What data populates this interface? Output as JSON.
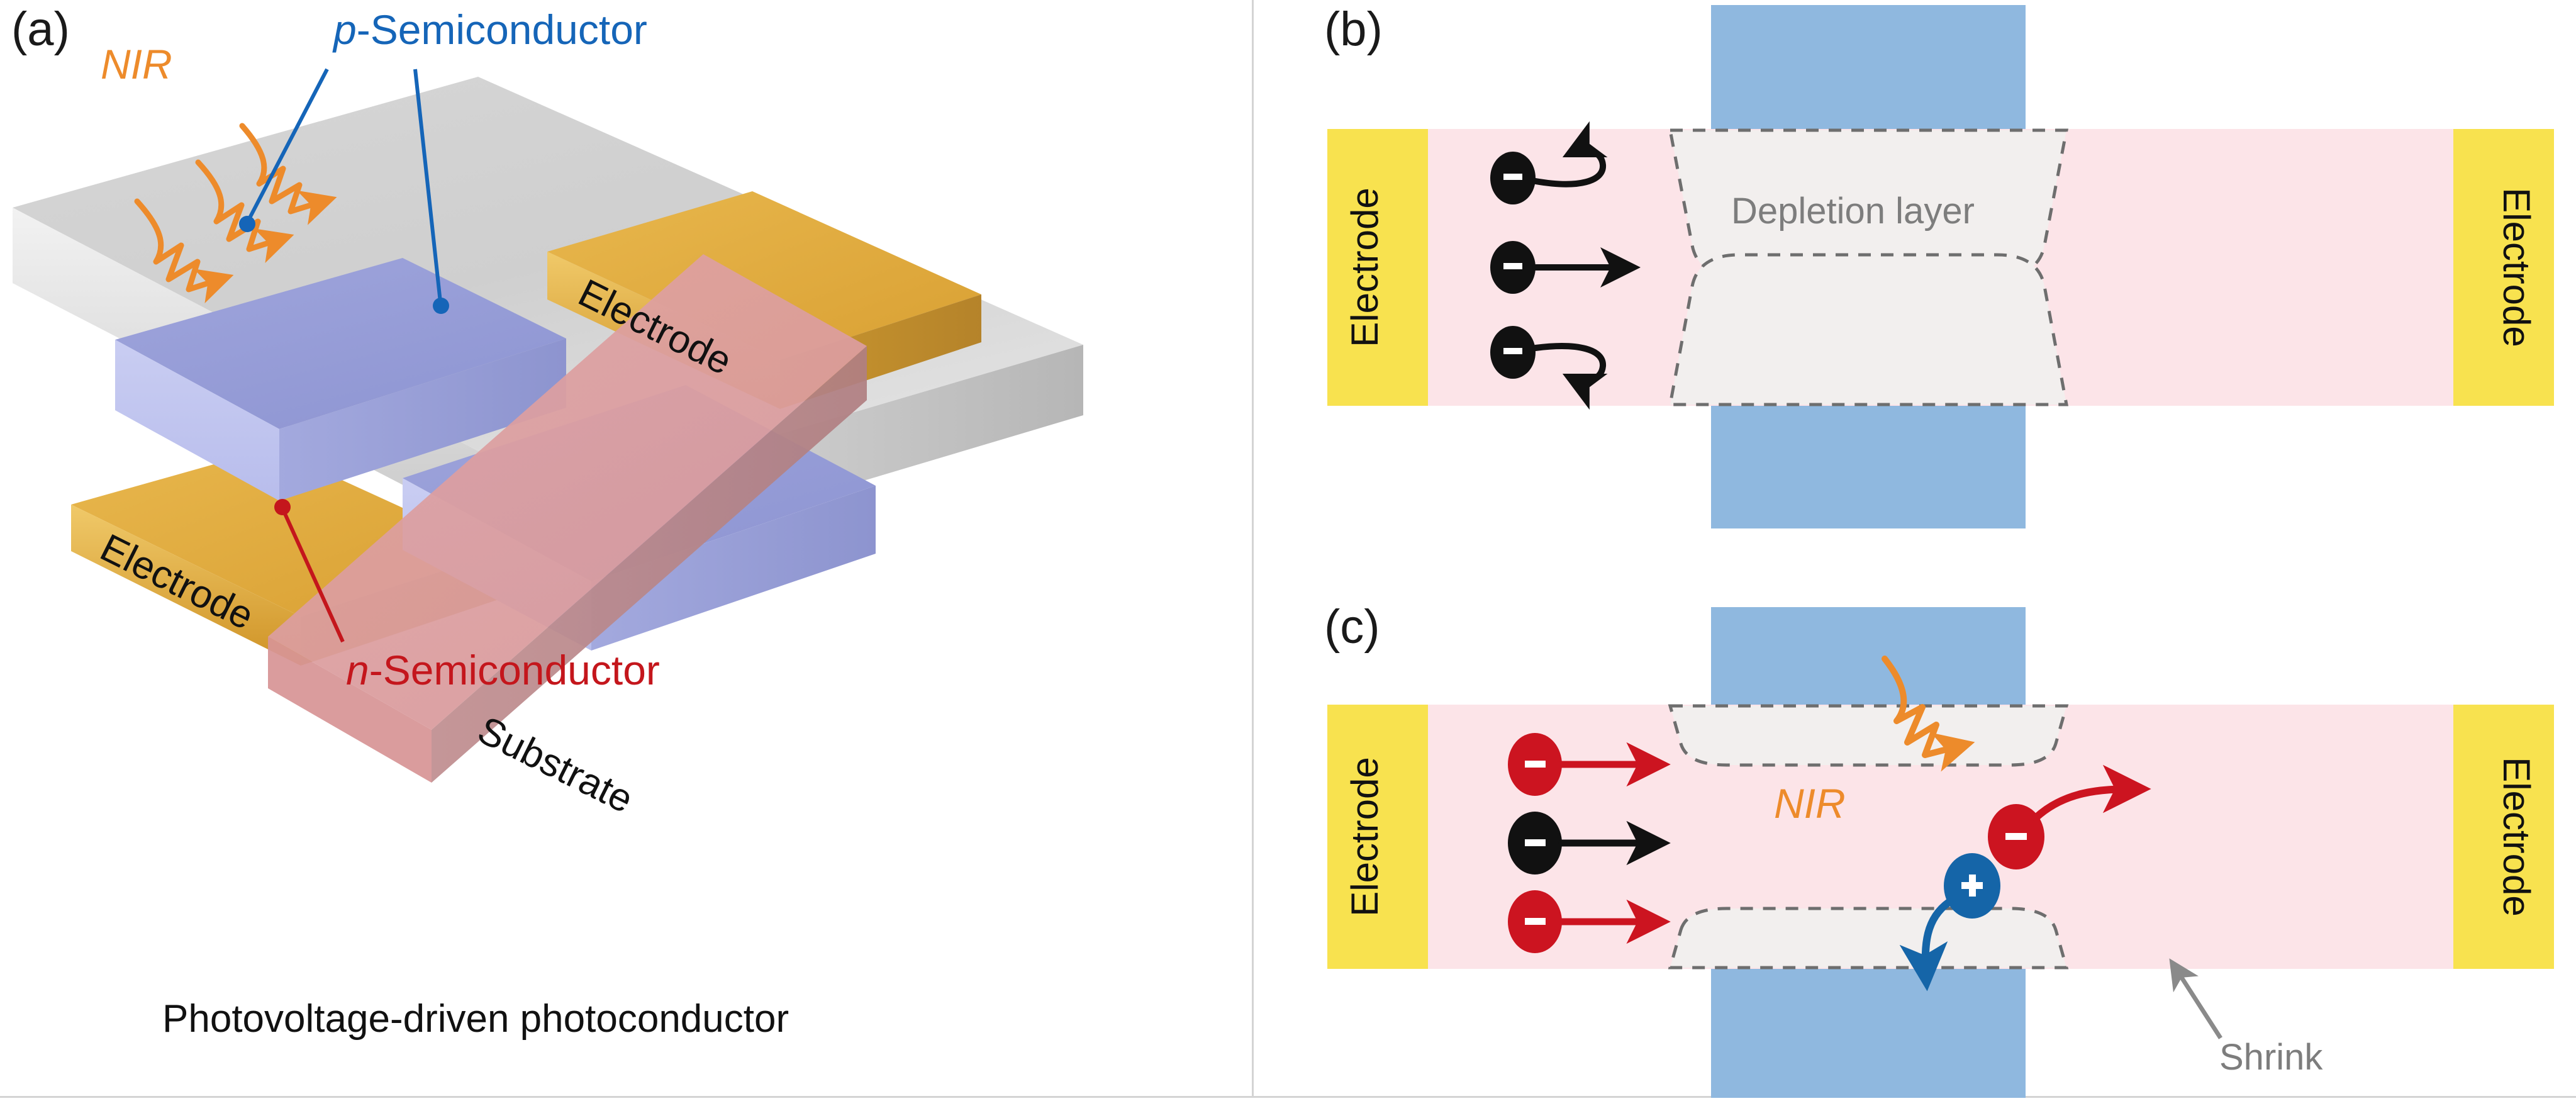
{
  "figure": {
    "panels": [
      {
        "id": "a",
        "label": "(a)"
      },
      {
        "id": "b",
        "label": "(b)"
      },
      {
        "id": "c",
        "label": "(c)"
      }
    ]
  },
  "panel_a": {
    "label": "(a)",
    "nir_label": "NIR",
    "p_semiconductor_label": "p-Semiconductor",
    "p_semiconductor_italic_prefix": "p",
    "p_semiconductor_rest": "-Semiconductor",
    "n_semiconductor_label": "n-Semiconductor",
    "n_semiconductor_italic_prefix": "n",
    "n_semiconductor_rest": "-Semiconductor",
    "electrode_top_label": "Electrode",
    "electrode_bottom_label": "Electrode",
    "substrate_label": "Substrate",
    "caption": "Photovoltage-driven photoconductor",
    "colors": {
      "nir": "#ed8b2b",
      "p_label": "#1565b8",
      "n_label": "#c4161c",
      "electrode": "#e0a93f",
      "substrate": "#c9c9c9",
      "p_block": "#9aa0d8",
      "n_block": "#dd9a9c"
    }
  },
  "panel_b": {
    "label": "(b)",
    "electrode_left_label": "Electrode",
    "electrode_right_label": "Electrode",
    "depletion_layer_label": "Depletion layer",
    "carriers": [
      {
        "sign": "-",
        "color": "#111111",
        "motion": "curve-up-back"
      },
      {
        "sign": "-",
        "color": "#111111",
        "motion": "straight-right"
      },
      {
        "sign": "-",
        "color": "#111111",
        "motion": "curve-down-back"
      }
    ],
    "colors": {
      "electrode": "#f8e24f",
      "body": "#fce4e8",
      "gate": "#8fb8df",
      "depletion": "#f2efee",
      "depletion_border": "#6e6e6e",
      "depletion_text": "#8a8a8a"
    }
  },
  "panel_c": {
    "label": "(c)",
    "electrode_left_label": "Electrode",
    "electrode_right_label": "Electrode",
    "nir_label": "NIR",
    "shrink_label": "Shrink",
    "carriers": [
      {
        "sign": "-",
        "color": "#cc1420",
        "motion": "straight-right"
      },
      {
        "sign": "-",
        "color": "#111111",
        "motion": "straight-right"
      },
      {
        "sign": "-",
        "color": "#cc1420",
        "motion": "straight-right"
      }
    ],
    "photo_pair": [
      {
        "sign": "-",
        "color": "#cc1420",
        "motion": "curve-right"
      },
      {
        "sign": "+",
        "color": "#1565a8",
        "motion": "curve-down"
      }
    ],
    "colors": {
      "electrode": "#f8e24f",
      "body": "#fce4e8",
      "gate": "#8fb8df",
      "depletion": "#f2efee",
      "depletion_border": "#6e6e6e",
      "nir": "#ed8b2b",
      "shrink_text": "#7d7d7d",
      "electron_red": "#cc1420",
      "electron_black": "#111111",
      "hole_blue": "#1565a8"
    }
  }
}
